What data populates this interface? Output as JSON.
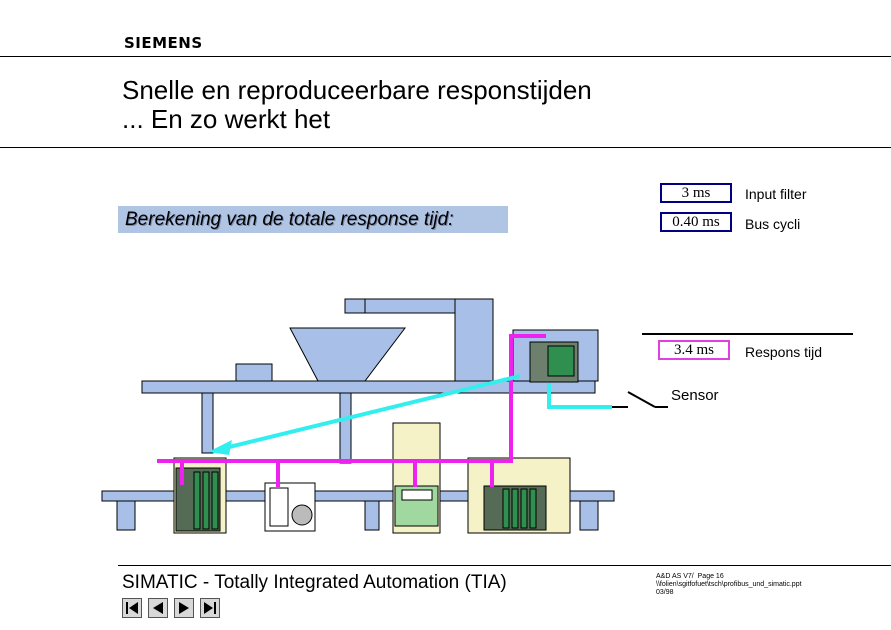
{
  "header": {
    "logo": "SIEMENS"
  },
  "title": {
    "line1": "Snelle en reproduceerbare responstijden",
    "line2": "... En zo werkt het"
  },
  "calc_label": "Berekening van de totale response tijd:",
  "values": [
    {
      "value": "3 ms",
      "label": "Input filter"
    },
    {
      "value": "0.40 ms",
      "label": "Bus cycli"
    }
  ],
  "total": {
    "value": "3.4 ms",
    "label": "Respons tijd"
  },
  "sensor_label": "Sensor",
  "footer": {
    "title": "SIMATIC - Totally Integrated Automation (TIA)",
    "info": "A&D AS V7/  Page 16\n\\\\folien\\sgitfofuet\\tsch\\profibus_und_simatic.ppt\n03/98"
  },
  "nav_icons": [
    "first-slide-icon",
    "previous-slide-icon",
    "next-slide-icon",
    "last-slide-icon"
  ],
  "colors": {
    "bus": "#ee22ee",
    "signal": "#33eeee",
    "machine": "#a8c0e8",
    "calc_bg": "#b0c4e4",
    "box_border": "#000080"
  }
}
